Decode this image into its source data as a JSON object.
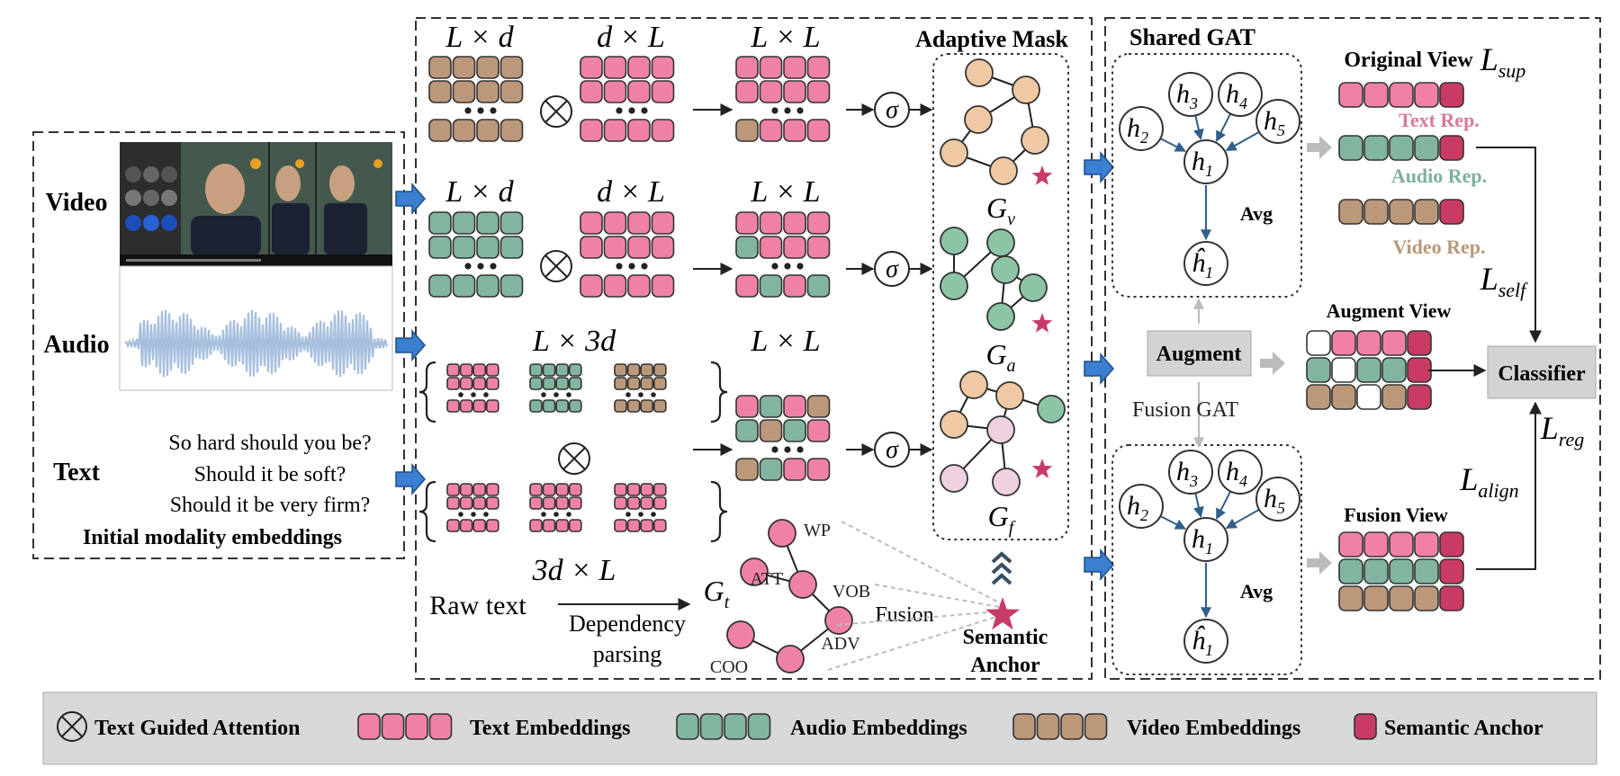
{
  "colors": {
    "text": "#ef82a4",
    "audio": "#82b59f",
    "video": "#bb987a",
    "anchor": "#c83b64",
    "white": "#ffffff",
    "mask_node_video": "#efc9a4",
    "mask_node_audio": "#8cc5a5",
    "mask_node_fusion_light": "#efd0e0",
    "graph_edge": "#2f5f8a"
  },
  "inputs": {
    "video_label": "Video",
    "audio_label": "Audio",
    "text_label": "Text",
    "text_lines": [
      "So hard should you be?",
      "Should it be soft?",
      "Should it be very firm?"
    ],
    "caption": "Initial modality embeddings"
  },
  "attention": {
    "row1_labels": [
      "L × d",
      "d × L",
      "L × L"
    ],
    "row2_labels": [
      "L × d",
      "d × L",
      "L × L"
    ],
    "row3_labels": [
      "L × 3d",
      "L × L",
      "3d × L"
    ],
    "sigma": "σ"
  },
  "mask": {
    "title": "Adaptive Mask",
    "graph_subscripts": [
      "v",
      "a",
      "f"
    ]
  },
  "dependency": {
    "raw_text": "Raw text",
    "parsing_lines": [
      "Dependency",
      "parsing"
    ],
    "graph_subscript": "t",
    "relations": [
      "WP",
      "ATT",
      "VOB",
      "ADV",
      "COO"
    ],
    "fusion": "Fusion"
  },
  "anchor": {
    "lines": [
      "Semantic",
      "Anchor"
    ]
  },
  "gat": {
    "shared_title": "Shared GAT",
    "fusion_title": "Fusion GAT",
    "augment": "Augment",
    "classifier": "Classifier",
    "node_subscripts": [
      "2",
      "3",
      "4",
      "5",
      "1"
    ],
    "output_node": "ĥ",
    "output_subscript": "1",
    "avg": "Avg"
  },
  "views": {
    "original": "Original View",
    "text_rep": "Text Rep.",
    "audio_rep": "Audio Rep.",
    "video_rep": "Video Rep.",
    "augment": "Augment View",
    "fusion": "Fusion View"
  },
  "losses": [
    "sup",
    "self",
    "align",
    "reg"
  ],
  "legend": {
    "items": [
      "Text Guided Attention",
      "Text Embeddings",
      "Audio Embeddings",
      "Video Embeddings",
      "Semantic Anchor"
    ]
  }
}
